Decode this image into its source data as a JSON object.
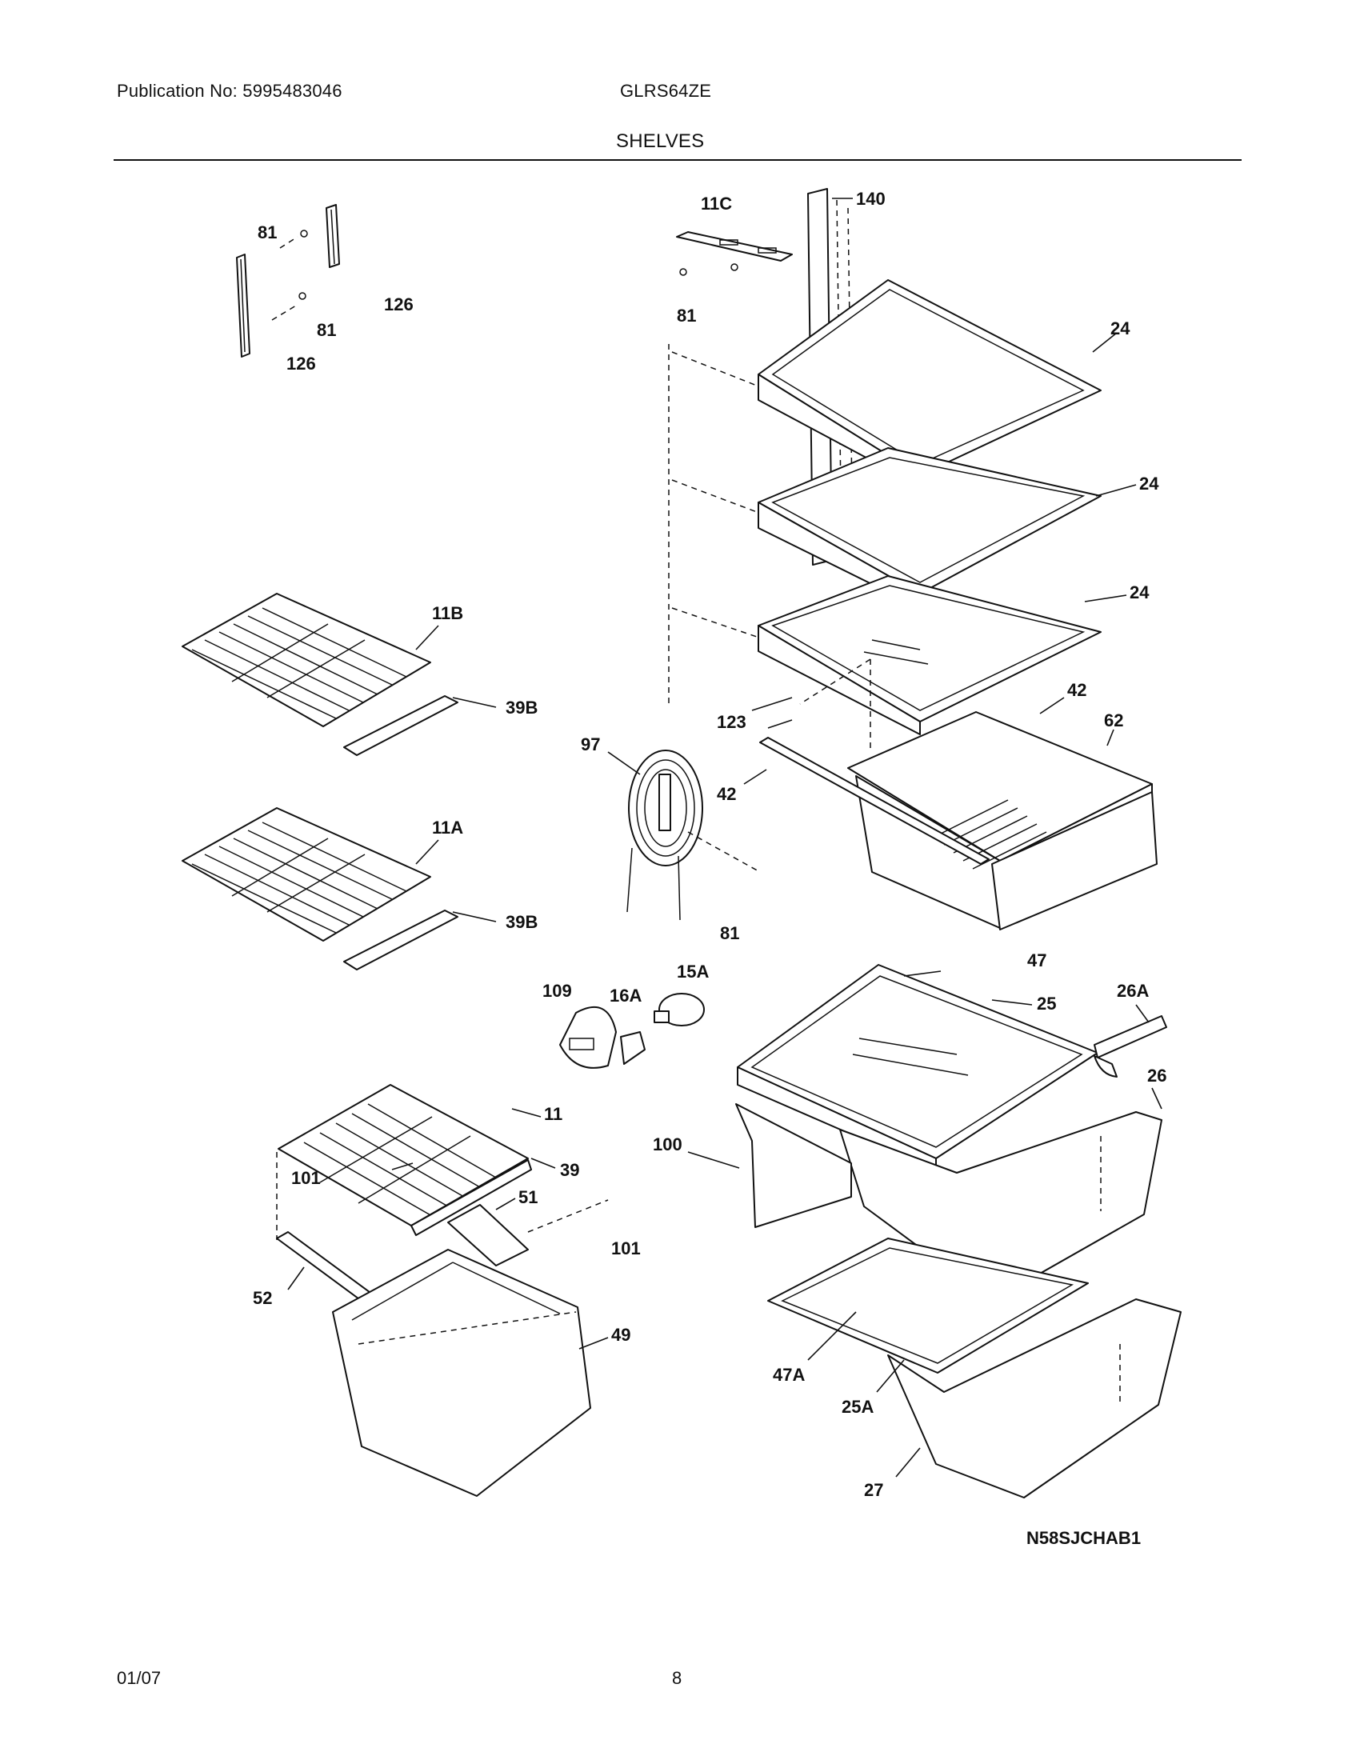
{
  "header": {
    "publication": "Publication No: 5995483046",
    "model": "GLRS64ZE",
    "section_title": "SHELVES"
  },
  "footer": {
    "date": "01/07",
    "page": "8"
  },
  "diagram_code": "N58SJCHAB1",
  "callouts": {
    "c140": "140",
    "c11C": "11C",
    "c81a": "81",
    "c81b": "81",
    "c81c": "81",
    "c81d": "81",
    "c126a": "126",
    "c126b": "126",
    "c24a": "24",
    "c24b": "24",
    "c24c": "24",
    "c11B": "11B",
    "c39Ba": "39B",
    "c39Bb": "39B",
    "c11A": "11A",
    "c123": "123",
    "c42a": "42",
    "c42b": "42",
    "c62": "62",
    "c97": "97",
    "c109": "109",
    "c16A": "16A",
    "c15A": "15A",
    "c47": "47",
    "c25": "25",
    "c26A": "26A",
    "c26": "26",
    "c11": "11",
    "c39": "39",
    "c100": "100",
    "c101a": "101",
    "c101b": "101",
    "c51": "51",
    "c52": "52",
    "c49": "49",
    "c47A": "47A",
    "c25A": "25A",
    "c27": "27"
  }
}
